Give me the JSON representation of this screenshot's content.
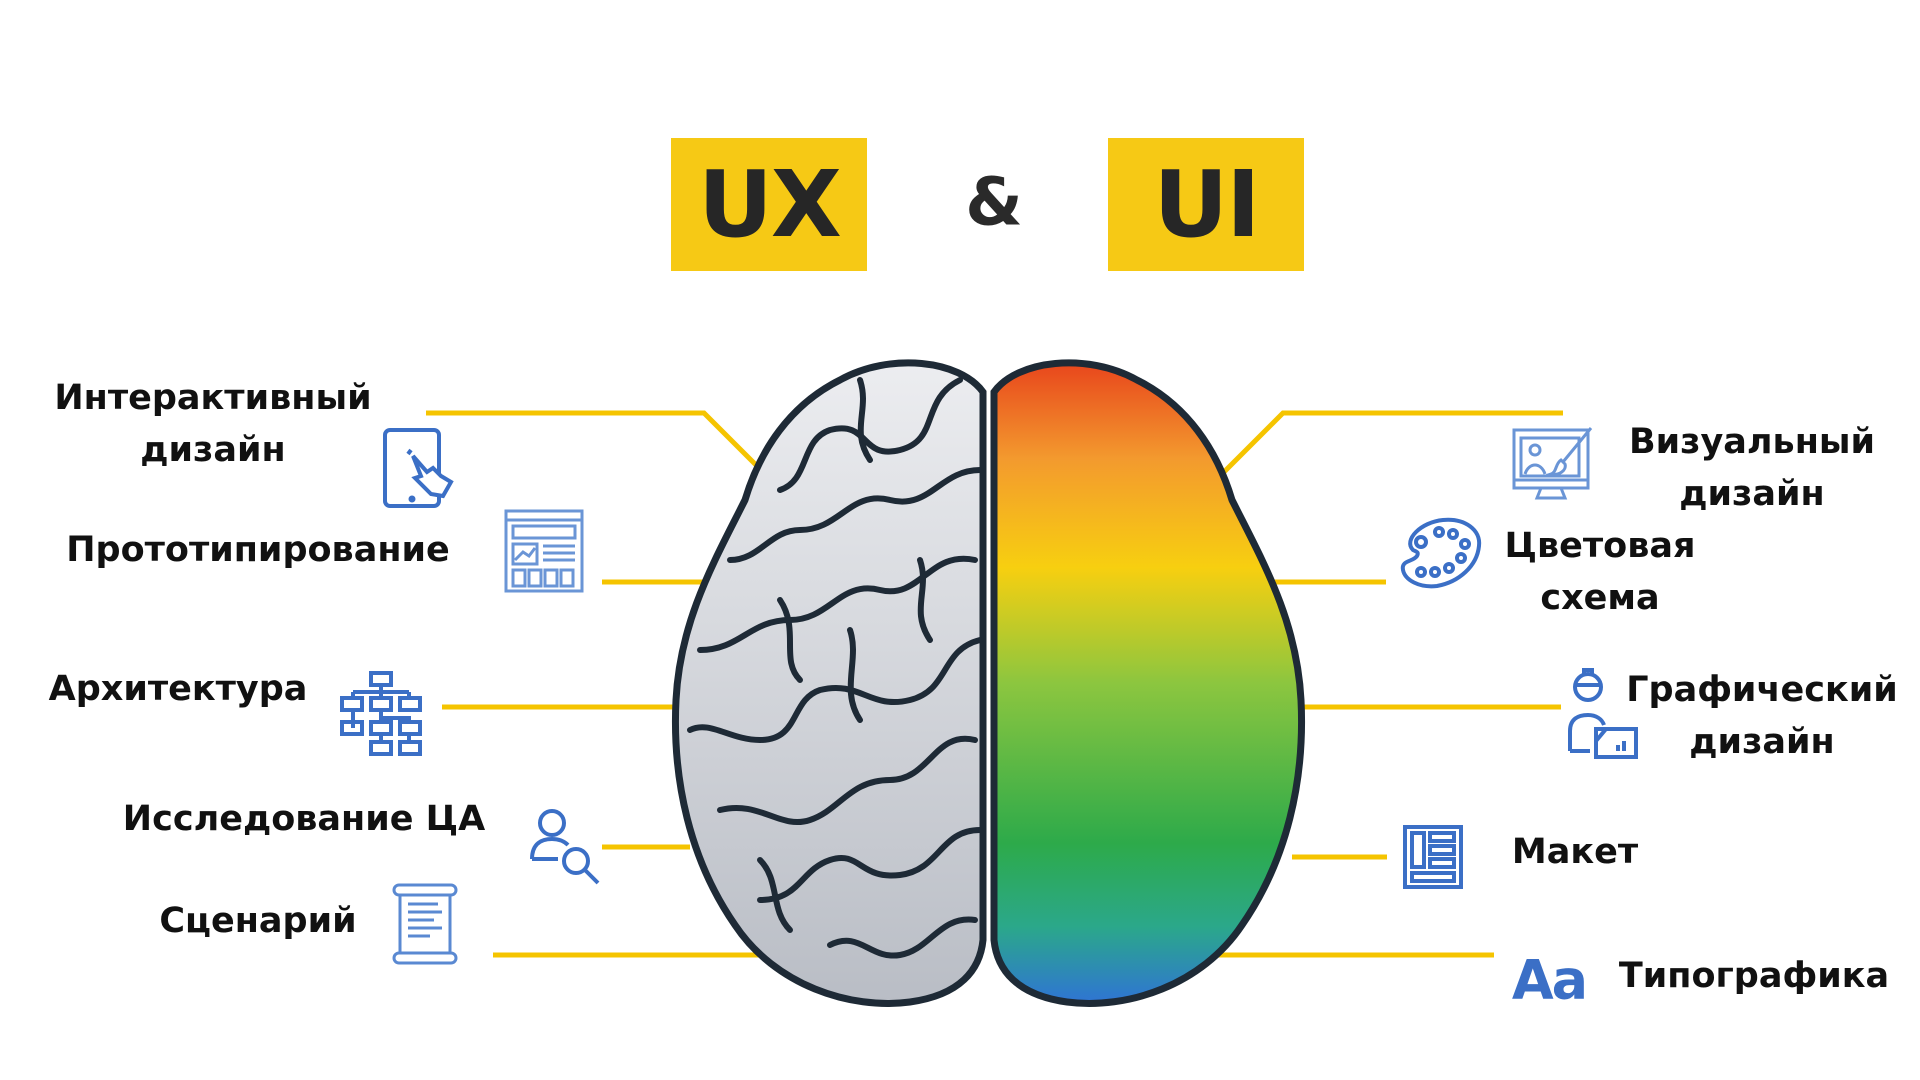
{
  "header": {
    "left_badge": "UX",
    "ampersand": "&",
    "right_badge": "UI"
  },
  "ux_labels": [
    {
      "line1": "Интерактивный",
      "line2": "дизайн",
      "icon": "tablet-touch-icon"
    },
    {
      "line1": "Прототипирование",
      "icon": "prototype-wireframe-icon"
    },
    {
      "line1": "Архитектура",
      "icon": "sitemap-hierarchy-icon"
    },
    {
      "line1": "Исследование ЦА",
      "icon": "user-search-icon"
    },
    {
      "line1": "Сценарий",
      "icon": "scroll-document-icon"
    }
  ],
  "ui_labels": [
    {
      "line1": "Визуальный",
      "line2": "дизайн",
      "icon": "monitor-brush-icon"
    },
    {
      "line1": "Цветовая",
      "line2": "схема",
      "icon": "palette-icon"
    },
    {
      "line1": "Графический",
      "line2": "дизайн",
      "icon": "graphic-designer-icon"
    },
    {
      "line1": "Макет",
      "icon": "layout-icon"
    },
    {
      "line1": "Типографика",
      "icon": "typography-icon",
      "icon_text": "Aa"
    }
  ],
  "colors": {
    "accent_yellow": "#F6C915",
    "line_yellow": "#F5C400",
    "icon_blue": "#3B6FC6",
    "brain_outline": "#1E2A36"
  }
}
